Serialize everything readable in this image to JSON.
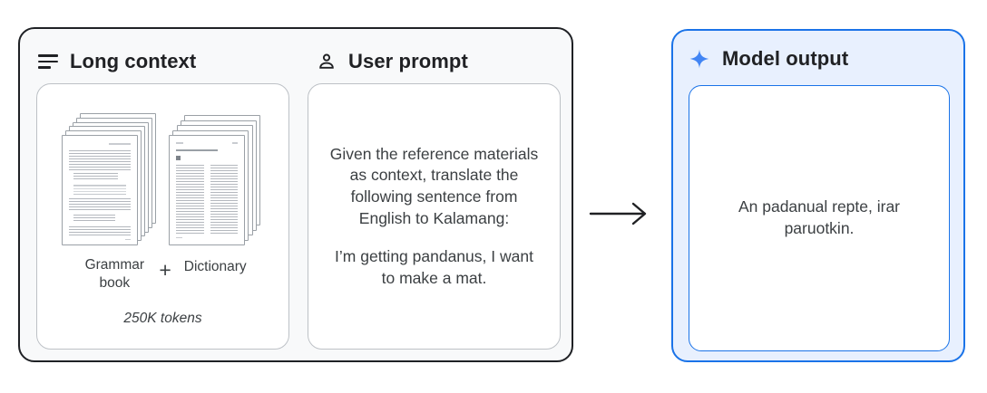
{
  "colors": {
    "accent_blue": "#1a73e8",
    "sparkle_blue": "#4285f4",
    "output_panel_bg": "#e8f0fe",
    "context_panel_bg": "#f8f9fa",
    "card_border_gray": "#bdc1c6",
    "outer_border_dark": "#1f2125",
    "text_dark": "#202124",
    "text_body": "#3c4043"
  },
  "context_panel": {
    "header": {
      "icon": "notes-icon",
      "label": "Long context"
    },
    "documents_card": {
      "grammar_label": "Grammar book",
      "plus_sign": "+",
      "dictionary_label": "Dictionary",
      "tokens_label": "250K tokens"
    }
  },
  "prompt_section": {
    "header": {
      "icon": "person-icon",
      "label": "User prompt"
    },
    "body_paragraph_1": "Given the reference materials as context, translate the following sentence from English to Kalamang:",
    "body_paragraph_2": "I’m getting pandanus, I want to make a mat."
  },
  "arrow": {
    "icon": "right-arrow-icon"
  },
  "output_panel": {
    "header": {
      "icon": "sparkle-icon",
      "label": "Model output"
    },
    "output_text": "An padanual repte, irar paruotkin."
  }
}
